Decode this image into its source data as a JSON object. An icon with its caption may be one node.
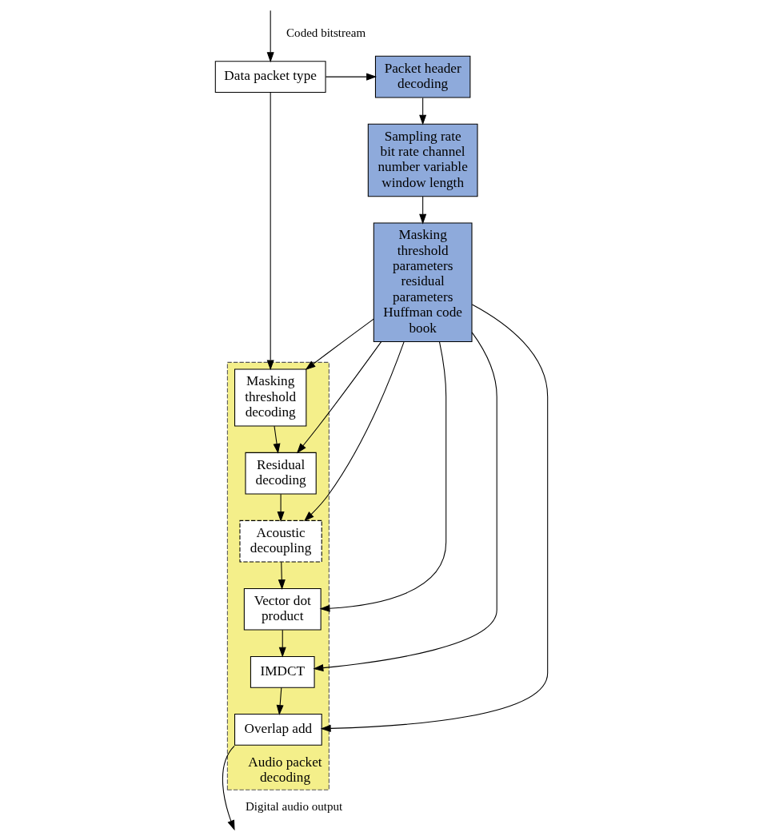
{
  "diagram": {
    "nodes": [
      {
        "text": [
          "Packet header decoding"
        ]
      },
      {
        "text": [
          "Data packet type"
        ]
      },
      {
        "text": [
          "Audio packet decoding"
        ]
      },
      {
        "text": [
          "Masking threshold decoding"
        ],
        "in": 2
      },
      {
        "text": [
          "Residual decoding"
        ],
        "in": 2
      },
      {
        "text": [
          "Acoustic decoupling"
        ],
        "in": 2
      },
      {
        "text": [
          "Vector dot product"
        ],
        "in": 2
      },
      {
        "text": [
          "IMDCT"
        ],
        "in": 2
      },
      {
        "text": [
          "Overlap add"
        ],
        "in": 2
      },
      {
        "text": [
          "Sampling rate bit rate channel number variable window length"
        ]
      },
      {
        "text": [
          "Masking threshold parameters residual parameters Huffman code book"
        ]
      }
    ],
    "edges": [
      {
        "from": null,
        "to": 1,
        "arrow": "to",
        "label": "Coded bitstream"
      },
      {
        "from": 1,
        "to": 0,
        "arrow": "to"
      },
      {
        "from": 1,
        "to": 3,
        "arrow": "to"
      },
      {
        "from": 0,
        "to": 9,
        "arrow": "to"
      },
      {
        "from": 9,
        "to": 10,
        "arrow": "to"
      },
      {
        "from": 10,
        "to": 3,
        "arrow": "to"
      },
      {
        "from": 10,
        "to": 4,
        "arrow": "to"
      },
      {
        "from": 10,
        "to": 5,
        "arrow": "to"
      },
      {
        "from": 10,
        "to": 6,
        "arrow": "to"
      },
      {
        "from": 3,
        "to": 4,
        "arrow": "to"
      },
      {
        "from": 4,
        "to": 5,
        "arrow": "to"
      },
      {
        "from": 5,
        "to": 6,
        "arrow": "to"
      },
      {
        "from": 6,
        "to": 7,
        "arrow": "to"
      },
      {
        "from": 7,
        "to": 8,
        "arrow": "to"
      },
      {
        "from": 10,
        "to": 8,
        "arrow": "to"
      },
      {
        "from": 10,
        "to": 7,
        "arrow": "to"
      },
      {
        "from": 8,
        "to": null,
        "arrow": "to",
        "label": "Digital audio output"
      }
    ]
  }
}
